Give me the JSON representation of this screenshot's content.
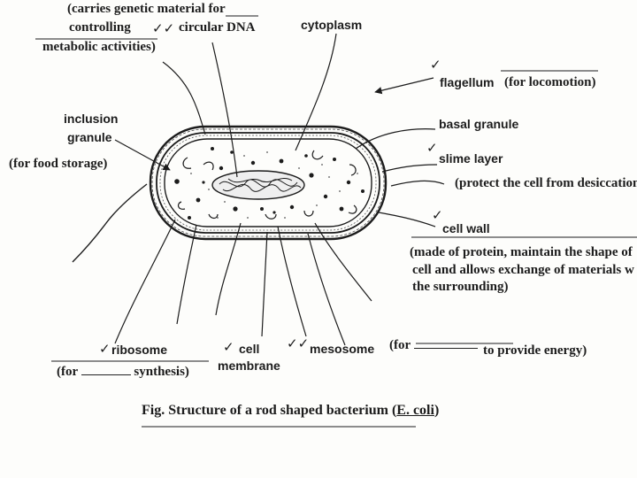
{
  "labels": {
    "dna_note": [
      "(carries genetic material for",
      "controlling",
      "metabolic activities)"
    ],
    "circular_dna": "circular DNA",
    "cytoplasm": "cytoplasm",
    "flagellum": "flagellum",
    "flagellum_note": "(for locomotion)",
    "inclusion_granule": [
      "inclusion",
      "granule"
    ],
    "inclusion_note": "(for food storage)",
    "basal_granule": "basal granule",
    "slime_layer": "slime layer",
    "slime_note": "(protect the cell from desiccation",
    "cell_wall": "cell wall",
    "cell_wall_note": [
      "(made of protein, maintain the shape of",
      "cell and allows exchange of materials w",
      "the surrounding)"
    ],
    "ribosome": "ribosome",
    "ribosome_note_prefix": "(for",
    "ribosome_note_suffix": "synthesis)",
    "cell_membrane": [
      "cell",
      "membrane"
    ],
    "mesosome": "mesosome",
    "mesosome_note_prefix": "(for",
    "mesosome_note_suffix": "to provide energy)"
  },
  "ticks": {
    "single": "✓",
    "double": "✓✓"
  },
  "caption": {
    "prefix": "Fig. Structure of a rod shaped bacterium (",
    "organism": "E. coli",
    "suffix": ")"
  },
  "colors": {
    "ink": "#1c1c1c",
    "paper": "#fdfdfb"
  }
}
